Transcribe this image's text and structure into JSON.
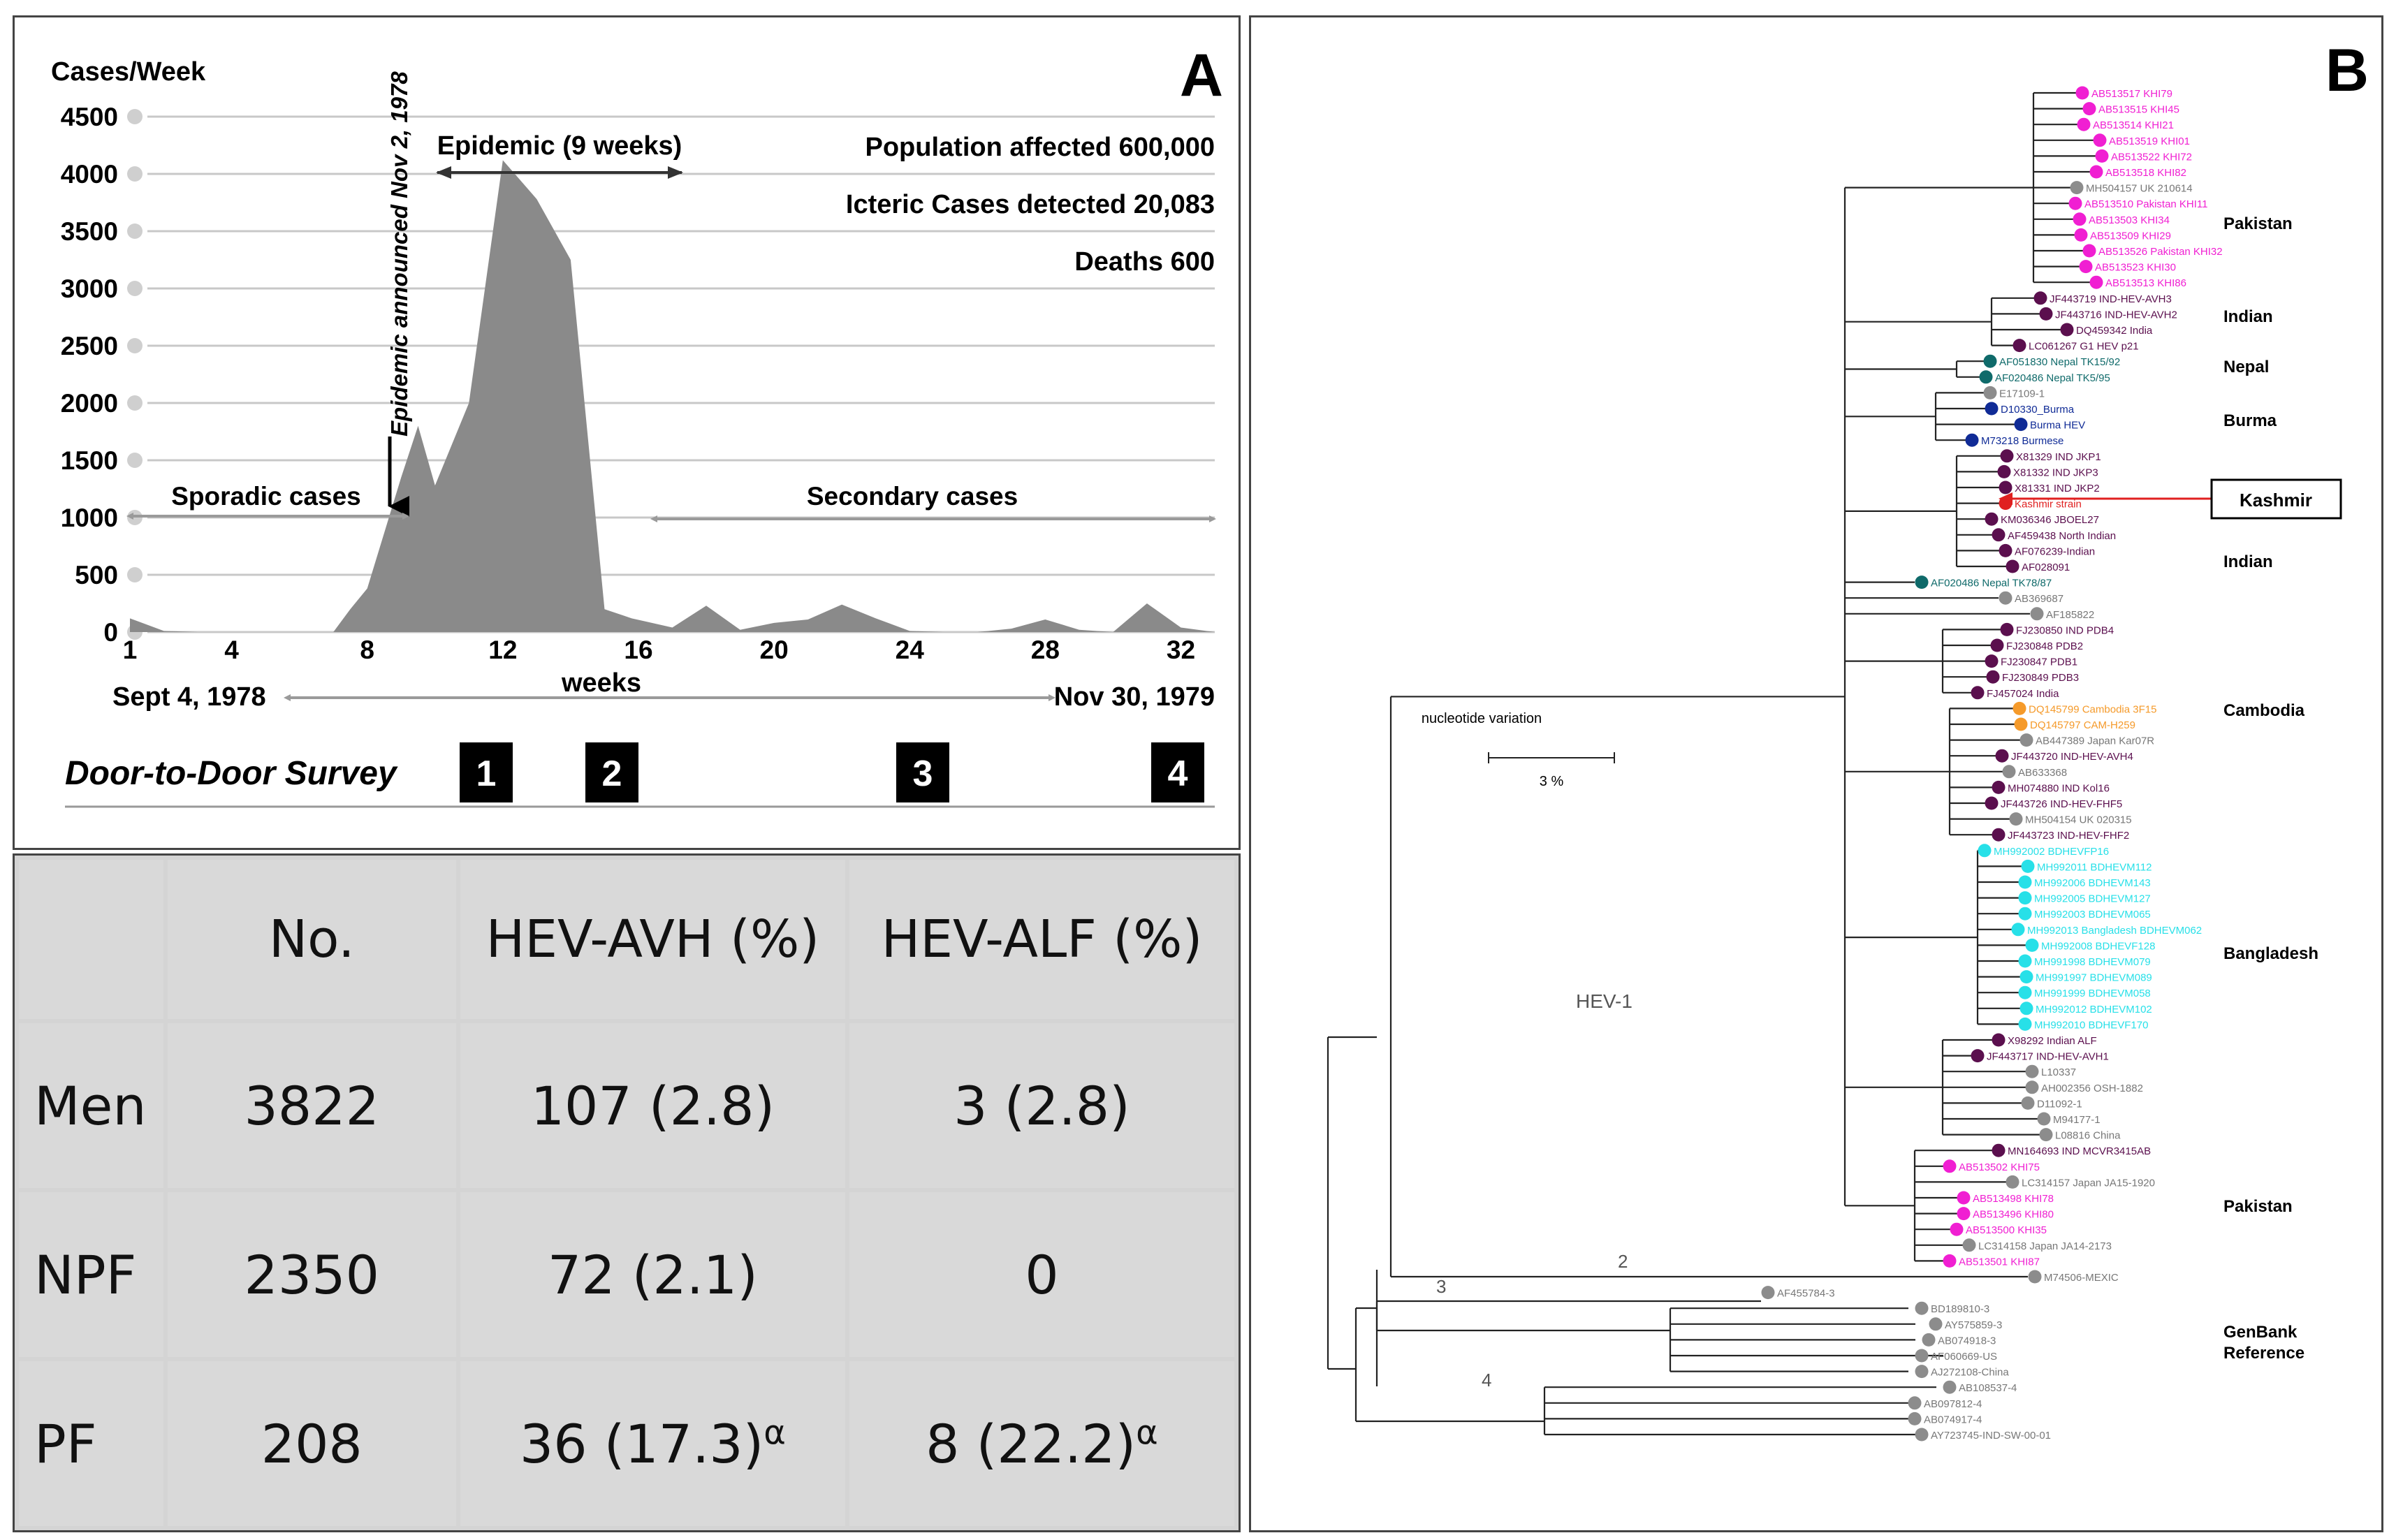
{
  "panel_a": {
    "letter": "A",
    "y_title": "Cases/Week",
    "y_ticks": [
      "4500",
      "4000",
      "3500",
      "3000",
      "2500",
      "2000",
      "1500",
      "1000",
      "500",
      "0"
    ],
    "x_ticks": [
      "1",
      "4",
      "8",
      "12",
      "16",
      "20",
      "24",
      "28",
      "32"
    ],
    "x_label": "weeks",
    "epidemic_label": "Epidemic (9 weeks)",
    "announce_label": "Epidemic announced Nov 2, 1978",
    "info": [
      "Population affected 600,000",
      "Icteric Cases detected 20,083",
      "Deaths 600"
    ],
    "sporadic_label": "Sporadic cases",
    "secondary_label": "Secondary cases",
    "start_date": "Sept 4, 1978",
    "end_date": "Nov 30, 1979",
    "survey_label": "Door-to-Door Survey",
    "survey_numbers": [
      "1",
      "2",
      "3",
      "4"
    ]
  },
  "chart_data": [
    {
      "type": "area",
      "ylabel": "Cases/Week",
      "xlabel": "weeks",
      "ylim": [
        0,
        4500
      ],
      "xlim": [
        1,
        33
      ],
      "grid": true,
      "x": [
        1,
        2,
        3,
        4,
        5,
        6,
        7,
        7.5,
        8,
        9,
        9.5,
        10,
        11,
        12,
        13,
        14,
        15,
        15.8,
        17,
        18,
        19,
        20,
        21,
        22,
        23,
        24,
        25,
        26,
        27,
        28,
        29,
        30,
        31,
        32,
        33
      ],
      "values": [
        120,
        10,
        0,
        0,
        0,
        0,
        0,
        200,
        380,
        1350,
        1800,
        1280,
        2000,
        4120,
        3780,
        3250,
        200,
        120,
        40,
        230,
        20,
        80,
        110,
        240,
        120,
        10,
        0,
        0,
        30,
        110,
        20,
        0,
        250,
        40,
        0
      ]
    },
    {
      "type": "table",
      "columns": [
        "",
        "No.",
        "HEV-AVH (%)",
        "HEV-ALF (%)"
      ],
      "rows": [
        [
          "Men",
          "3822",
          "107 (2.8)",
          "3 (2.8)"
        ],
        [
          "NPF",
          "2350",
          "72 (2.1)",
          "0"
        ],
        [
          "PF",
          "208",
          "36 (17.3)α",
          "8 (22.2)α"
        ]
      ]
    }
  ],
  "table": {
    "headers": [
      "",
      "No.",
      "HEV-AVH (%)",
      "HEV-ALF (%)"
    ],
    "rows": [
      {
        "label": "Men",
        "no": "3822",
        "avh": "107 (2.8)",
        "avh_sup": "",
        "alf": "3 (2.8)",
        "alf_sup": ""
      },
      {
        "label": "NPF",
        "no": "2350",
        "avh": "72 (2.1)",
        "avh_sup": "",
        "alf": "0",
        "alf_sup": ""
      },
      {
        "label": "PF",
        "no": "208",
        "avh": "36 (17.3)",
        "avh_sup": "α",
        "alf": "8 (22.2)",
        "alf_sup": "α"
      }
    ]
  },
  "panel_b": {
    "letter": "B",
    "scale_label": "nucleotide variation",
    "scale_value": "3 %",
    "hev1_label": "HEV-1",
    "genotype_labels": [
      "2",
      "3",
      "4"
    ],
    "kashmir_box": "Kashmir",
    "clade_labels": [
      {
        "text": "Pakistan"
      },
      {
        "text": "Indian"
      },
      {
        "text": "Nepal"
      },
      {
        "text": "Burma"
      },
      {
        "text": "Indian"
      },
      {
        "text": "Cambodia"
      },
      {
        "text": "Bangladesh"
      },
      {
        "text": "Pakistan"
      },
      {
        "text": "GenBank"
      },
      {
        "text": "Reference"
      }
    ],
    "colors": {
      "pakistan": "#f01fd2",
      "indian": "#5b0f4e",
      "nepal": "#0f6a6a",
      "burma": "#102b96",
      "kashmir": "#e02020",
      "cambodia": "#f59a2a",
      "bangladesh": "#27e0e8",
      "reference": "#8c8c8c"
    },
    "leaves": [
      {
        "label": "AB513517  KHI79",
        "group": "pakistan"
      },
      {
        "label": "AB513515  KHI45",
        "group": "pakistan"
      },
      {
        "label": "AB513514  KHI21",
        "group": "pakistan"
      },
      {
        "label": "AB513519  KHI01",
        "group": "pakistan"
      },
      {
        "label": "AB513522  KHI72",
        "group": "pakistan"
      },
      {
        "label": "AB513518  KHI82",
        "group": "pakistan"
      },
      {
        "label": "MH504157  UK 210614",
        "group": "reference"
      },
      {
        "label": "AB513510  Pakistan KHI11",
        "group": "pakistan"
      },
      {
        "label": "AB513503  KHI34",
        "group": "pakistan"
      },
      {
        "label": "AB513509  KHI29",
        "group": "pakistan"
      },
      {
        "label": "AB513526  Pakistan KHI32",
        "group": "pakistan"
      },
      {
        "label": "AB513523  KHI30",
        "group": "pakistan"
      },
      {
        "label": "AB513513  KHI86",
        "group": "pakistan"
      },
      {
        "label": "JF443719  IND-HEV-AVH3",
        "group": "indian"
      },
      {
        "label": "JF443716  IND-HEV-AVH2",
        "group": "indian"
      },
      {
        "label": "DQ459342  India",
        "group": "indian"
      },
      {
        "label": "LC061267  G1 HEV p21",
        "group": "indian"
      },
      {
        "label": "AF051830  Nepal TK15/92",
        "group": "nepal"
      },
      {
        "label": "AF020486  Nepal TK5/95",
        "group": "nepal"
      },
      {
        "label": "E17109-1",
        "group": "reference"
      },
      {
        "label": "D10330_Burma",
        "group": "burma"
      },
      {
        "label": "Burma HEV",
        "group": "burma"
      },
      {
        "label": "M73218  Burmese",
        "group": "burma"
      },
      {
        "label": "X81329  IND JKP1",
        "group": "indian"
      },
      {
        "label": "X81332  IND JKP3",
        "group": "indian"
      },
      {
        "label": "X81331  IND JKP2",
        "group": "indian"
      },
      {
        "label": "Kashmir strain",
        "group": "kashmir"
      },
      {
        "label": "KM036346  JBOEL27",
        "group": "indian"
      },
      {
        "label": "AF459438  North Indian",
        "group": "indian"
      },
      {
        "label": "AF076239-Indian",
        "group": "indian"
      },
      {
        "label": "AF028091",
        "group": "indian"
      },
      {
        "label": "AF020486  Nepal TK78/87",
        "group": "nepal"
      },
      {
        "label": "AB369687",
        "group": "reference"
      },
      {
        "label": "AF185822",
        "group": "reference"
      },
      {
        "label": "FJ230850  IND PDB4",
        "group": "indian"
      },
      {
        "label": "FJ230848  PDB2",
        "group": "indian"
      },
      {
        "label": "FJ230847  PDB1",
        "group": "indian"
      },
      {
        "label": "FJ230849  PDB3",
        "group": "indian"
      },
      {
        "label": "FJ457024  India",
        "group": "indian"
      },
      {
        "label": "DQ145799  Cambodia 3F15",
        "group": "cambodia"
      },
      {
        "label": "DQ145797  CAM-H259",
        "group": "cambodia"
      },
      {
        "label": "AB447389  Japan Kar07R",
        "group": "reference"
      },
      {
        "label": "JF443720  IND-HEV-AVH4",
        "group": "indian"
      },
      {
        "label": "AB633368",
        "group": "reference"
      },
      {
        "label": "MH074880  IND Kol16",
        "group": "indian"
      },
      {
        "label": "JF443726  IND-HEV-FHF5",
        "group": "indian"
      },
      {
        "label": "MH504154  UK 020315",
        "group": "reference"
      },
      {
        "label": "JF443723  IND-HEV-FHF2",
        "group": "indian"
      },
      {
        "label": "MH992002  BDHEVFP16",
        "group": "bangladesh"
      },
      {
        "label": "MH992011  BDHEVM112",
        "group": "bangladesh"
      },
      {
        "label": "MH992006  BDHEVM143",
        "group": "bangladesh"
      },
      {
        "label": "MH992005  BDHEVM127",
        "group": "bangladesh"
      },
      {
        "label": "MH992003  BDHEVM065",
        "group": "bangladesh"
      },
      {
        "label": "MH992013  Bangladesh BDHEVM062",
        "group": "bangladesh"
      },
      {
        "label": "MH992008  BDHEVF128",
        "group": "bangladesh"
      },
      {
        "label": "MH991998  BDHEVM079",
        "group": "bangladesh"
      },
      {
        "label": "MH991997  BDHEVM089",
        "group": "bangladesh"
      },
      {
        "label": "MH991999  BDHEVM058",
        "group": "bangladesh"
      },
      {
        "label": "MH992012  BDHEVM102",
        "group": "bangladesh"
      },
      {
        "label": "MH992010  BDHEVF170",
        "group": "bangladesh"
      },
      {
        "label": "X98292  Indian ALF",
        "group": "indian"
      },
      {
        "label": "JF443717  IND-HEV-AVH1",
        "group": "indian"
      },
      {
        "label": "L10337",
        "group": "reference"
      },
      {
        "label": "AH002356  OSH-1882",
        "group": "reference"
      },
      {
        "label": "D11092-1",
        "group": "reference"
      },
      {
        "label": "M94177-1",
        "group": "reference"
      },
      {
        "label": "L08816  China",
        "group": "reference"
      },
      {
        "label": "MN164693  IND MCVR3415AB",
        "group": "indian"
      },
      {
        "label": "AB513502  KHI75",
        "group": "pakistan"
      },
      {
        "label": "LC314157  Japan JA15-1920",
        "group": "reference"
      },
      {
        "label": "AB513498  KHI78",
        "group": "pakistan"
      },
      {
        "label": "AB513496  KHI80",
        "group": "pakistan"
      },
      {
        "label": "AB513500  KHI35",
        "group": "pakistan"
      },
      {
        "label": "LC314158  Japan JA14-2173",
        "group": "reference"
      },
      {
        "label": "AB513501  KHI87",
        "group": "pakistan"
      },
      {
        "label": "M74506-MEXIC",
        "group": "reference"
      },
      {
        "label": "AF455784-3",
        "group": "reference"
      },
      {
        "label": "BD189810-3",
        "group": "reference"
      },
      {
        "label": "AY575859-3",
        "group": "reference"
      },
      {
        "label": "AB074918-3",
        "group": "reference"
      },
      {
        "label": "AF060669-US",
        "group": "reference"
      },
      {
        "label": "AJ272108-China",
        "group": "reference"
      },
      {
        "label": "AB108537-4",
        "group": "reference"
      },
      {
        "label": "AB097812-4",
        "group": "reference"
      },
      {
        "label": "AB074917-4",
        "group": "reference"
      },
      {
        "label": "AY723745-IND-SW-00-01",
        "group": "reference"
      }
    ]
  }
}
